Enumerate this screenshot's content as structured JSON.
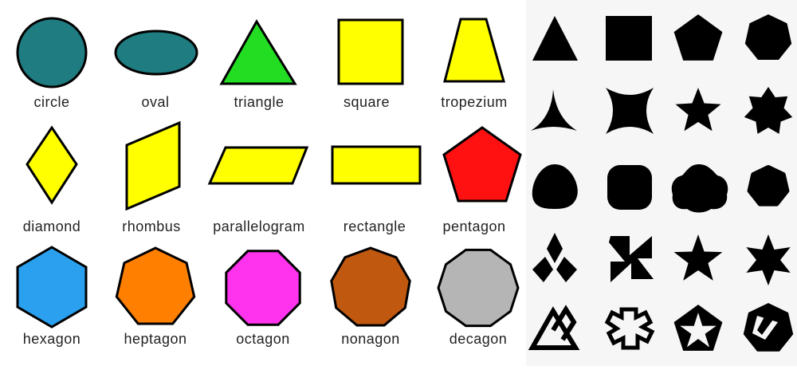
{
  "colors": {
    "teal": "#1f7c80",
    "green": "#22dd22",
    "yellow": "#ffff00",
    "red": "#ff1111",
    "blue": "#2aa0ee",
    "orange": "#ff7f00",
    "magenta": "#ff33ee",
    "brown": "#c0580f",
    "gray": "#b5b5b5",
    "outline": "#000000",
    "silhouette": "#000000"
  },
  "shapes": [
    {
      "label": "circle",
      "fill": "teal"
    },
    {
      "label": "oval",
      "fill": "teal"
    },
    {
      "label": "triangle",
      "fill": "green"
    },
    {
      "label": "square",
      "fill": "yellow"
    },
    {
      "label": "tropezium",
      "fill": "yellow"
    },
    {
      "label": "diamond",
      "fill": "yellow"
    },
    {
      "label": "rhombus",
      "fill": "yellow"
    },
    {
      "label": "parallelogram",
      "fill": "yellow"
    },
    {
      "label": "rectangle",
      "fill": "yellow"
    },
    {
      "label": "pentagon",
      "fill": "red"
    },
    {
      "label": "hexagon",
      "fill": "blue"
    },
    {
      "label": "heptagon",
      "fill": "orange"
    },
    {
      "label": "octagon",
      "fill": "magenta"
    },
    {
      "label": "nonagon",
      "fill": "brown"
    },
    {
      "label": "decagon",
      "fill": "gray"
    }
  ],
  "silhouettes": [
    "triangle-icon",
    "square-icon",
    "pentagon-icon",
    "heptagon-icon",
    "tri-cusp-star-icon",
    "four-cusp-star-icon",
    "five-point-star-icon",
    "seven-point-star-icon",
    "rounded-triangle-icon",
    "rounded-square-icon",
    "rounded-pentagon-icon",
    "rounded-heptagon-icon",
    "three-diamond-icon",
    "pinwheel-icon",
    "star-icon",
    "six-point-star-icon",
    "triangle-knot-icon",
    "cross-gear-icon",
    "pentagon-star-icon",
    "interlaced-heptagon-icon"
  ]
}
